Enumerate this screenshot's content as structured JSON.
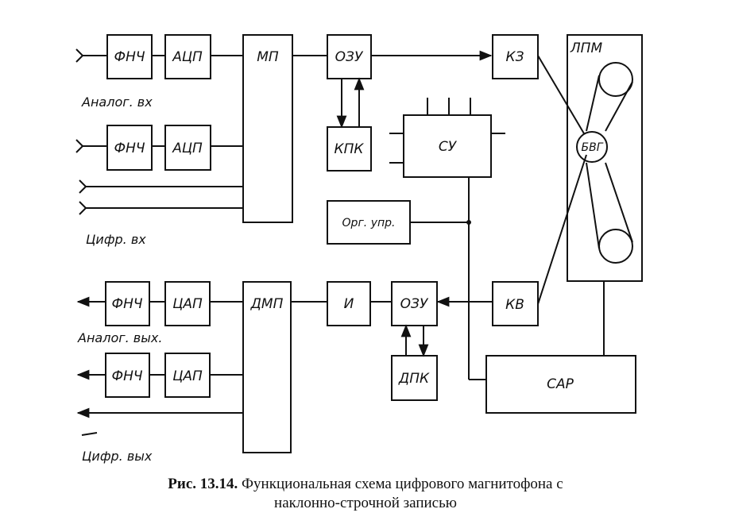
{
  "blocks": {
    "fnch": "ФНЧ",
    "acp": "АЦП",
    "cap": "ЦАП",
    "mp": "МП",
    "dmp": "ДМП",
    "ozu": "ОЗУ",
    "kpk": "КПК",
    "dpk": "ДПК",
    "su": "СУ",
    "org_upr": "Орг. упр.",
    "kz": "КЗ",
    "kv": "КВ",
    "i": "И",
    "lpm": "ЛПМ",
    "bvg": "БВГ",
    "sar": "САР"
  },
  "io": {
    "analog_in": "Аналог. вх",
    "digital_in": "Цифр. вх",
    "analog_out": "Аналог. вых.",
    "digital_out": "Цифр. вых"
  },
  "caption": {
    "prefix": "Рис. 13.14.",
    "line1": "Функциональная схема цифрового магнитофона с",
    "line2": "наклонно-строчной записью"
  }
}
